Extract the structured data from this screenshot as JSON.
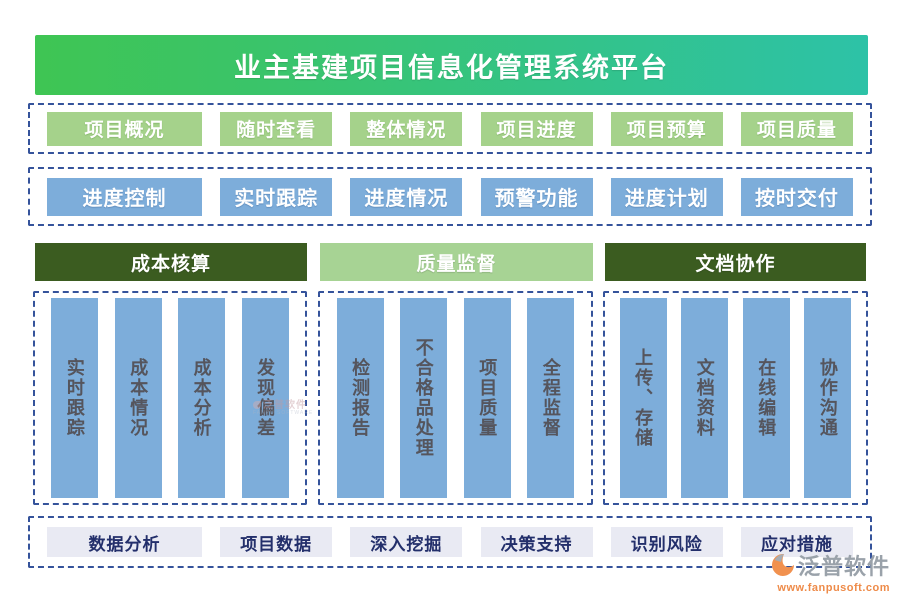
{
  "header": {
    "title": "业主基建项目信息化管理系统平台"
  },
  "overview_row": {
    "items": [
      "项目概况",
      "随时查看",
      "整体情况",
      "项目进度",
      "项目预算",
      "项目质量"
    ]
  },
  "progress_row": {
    "items": [
      "进度控制",
      "实时跟踪",
      "进度情况",
      "预警功能",
      "进度计划",
      "按时交付"
    ]
  },
  "sections": [
    {
      "title": "成本核算",
      "columns": [
        "实时跟踪",
        "成本情况",
        "成本分析",
        "发现偏差"
      ]
    },
    {
      "title": "质量监督",
      "columns": [
        "检测报告",
        "不合格品处理",
        "项目质量",
        "全程监督"
      ]
    },
    {
      "title": "文档协作",
      "columns": [
        "上传、存储",
        "文档资料",
        "在线编辑",
        "协作沟通"
      ]
    }
  ],
  "bottom_row": {
    "items": [
      "数据分析",
      "项目数据",
      "深入挖掘",
      "决策支持",
      "识别风险",
      "应对措施"
    ]
  },
  "branding": {
    "watermark_text": "泛普软件",
    "watermark_sub": "FANPU SOFTWARE",
    "logo_text": "泛普软件",
    "logo_url": "www.fanpusoft.com"
  },
  "colors": {
    "header_gradient_left": "#3fc553",
    "header_gradient_right": "#2dc2a7",
    "chip_light_green": "#a5d28b",
    "chip_blue": "#7dadda",
    "section_dark_green": "#3b5c20",
    "section_light_green": "#a7d394",
    "dashed_border": "#35539b",
    "bottom_chip_bg": "#e9eaf3",
    "bottom_chip_text": "#232f6b",
    "bar_text": "#55555d",
    "logo_gray": "#9aa2aa",
    "logo_orange": "#ee8b49"
  }
}
